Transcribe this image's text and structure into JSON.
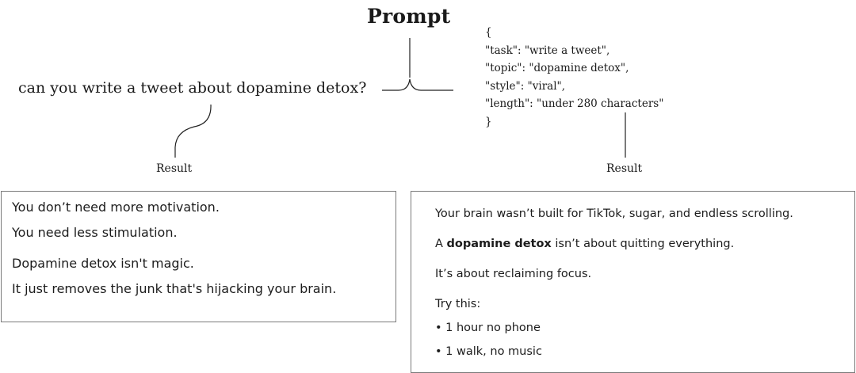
{
  "title": "Prompt",
  "plain_prompt": "can you write a tweet about dopamine detox?",
  "json_prompt": {
    "open": "{",
    "lines": [
      "\"task\": \"write a tweet\",",
      "\"topic\": \"dopamine detox\",",
      "\"style\": \"viral\",",
      "\"length\": \"under 280 characters\""
    ],
    "close": "}"
  },
  "result_left_label": "Result",
  "result_right_label": "Result",
  "left_result": {
    "lines": [
      "You don’t need more motivation.",
      "You need less stimulation.",
      "Dopamine detox isn't magic.",
      "It just removes the junk that's hijacking your brain."
    ]
  },
  "right_result": {
    "line1": "Your brain wasn’t built for TikTok, sugar, and endless scrolling.",
    "line2_pre": "A ",
    "line2_bold": "dopamine detox",
    "line2_post": " isn’t about quitting everything.",
    "line3": "It’s about reclaiming focus.",
    "line4": "Try this:",
    "bullets": [
      "• 1 hour no phone",
      "• 1 walk, no music"
    ]
  }
}
